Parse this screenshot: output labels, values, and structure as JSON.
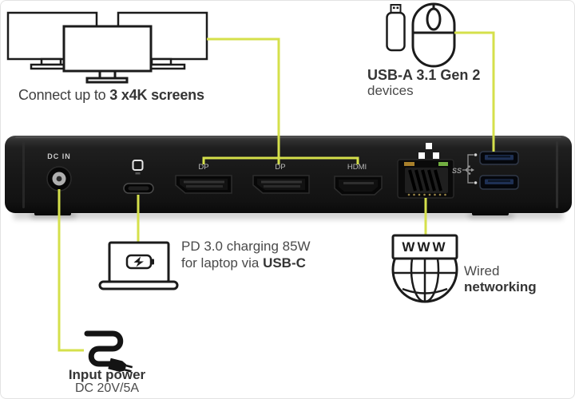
{
  "colors": {
    "callout_line": "#d5e04b",
    "icon_stroke": "#1b1b1b",
    "dock_body": "#181818",
    "text_dark": "#353535",
    "text_mid": "#4a4a4a",
    "port_label": "#b9b9b9",
    "led_orange": "#a8802b",
    "led_green": "#72ae41",
    "usb_port_blue": "#1e3054"
  },
  "callouts": {
    "screens": {
      "regular": "Connect up to ",
      "bold": "3 x4K screens"
    },
    "usb_devices": {
      "heading": "USB-A 3.1 Gen 2",
      "sub": "devices"
    },
    "charging": {
      "line1": "PD 3.0 charging 85W",
      "line2_regular": "for laptop via ",
      "line2_bold": "USB-C"
    },
    "network": {
      "regular": "Wired ",
      "bold": "networking"
    },
    "power": {
      "heading": "Input power",
      "sub": "DC 20V/5A"
    }
  },
  "dock_labels": {
    "dc_in": "DC IN",
    "dp1": "DP",
    "dp2": "DP",
    "hdmi": "HDMI",
    "ss_logo": "SS"
  },
  "globe_label": "WWW"
}
